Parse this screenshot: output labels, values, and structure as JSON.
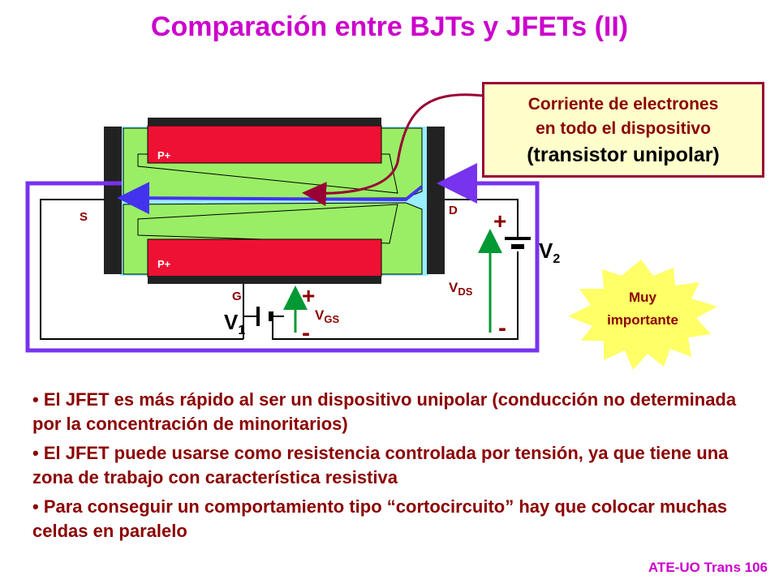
{
  "title": "Comparación entre BJTs y JFETs (II)",
  "callout": {
    "line1": "Corriente de electrones",
    "line2": "en todo el dispositivo",
    "line3": "(transistor unipolar)"
  },
  "diagram": {
    "p_top": "P+",
    "p_bottom": "P+",
    "source": "S",
    "drain": "D",
    "gate": "G",
    "v1": "V",
    "v1_sub": "1",
    "v2": "V",
    "v2_sub": "2",
    "vgs": "V",
    "vgs_sub": "GS",
    "vds": "V",
    "vds_sub": "DS",
    "plus": "+",
    "minus": "-"
  },
  "badge": {
    "line1": "Muy",
    "line2": "importante"
  },
  "bullets": [
    "El JFET es más rápido al ser un dispositivo unipolar (conducción no determinada por la concentración de minoritarios)",
    "El JFET puede usarse como resistencia controlada por tensión, ya que tiene una zona de trabajo con característica resistiva",
    "Para conseguir un comportamiento tipo “cortocircuito” hay que colocar muchas celdas en paralelo"
  ],
  "footer": "ATE-UO Trans 106",
  "colors": {
    "title": "#cc00cc",
    "p_region": "#ee1133",
    "channel": "#99ee66",
    "substrate": "#99eeff",
    "wire_purple": "#7733ee",
    "arrow_green": "#009933",
    "callout_bg": "#ffffcc",
    "callout_border": "#990033",
    "badge": "#ffff66",
    "text_dark_red": "#8b0000"
  }
}
